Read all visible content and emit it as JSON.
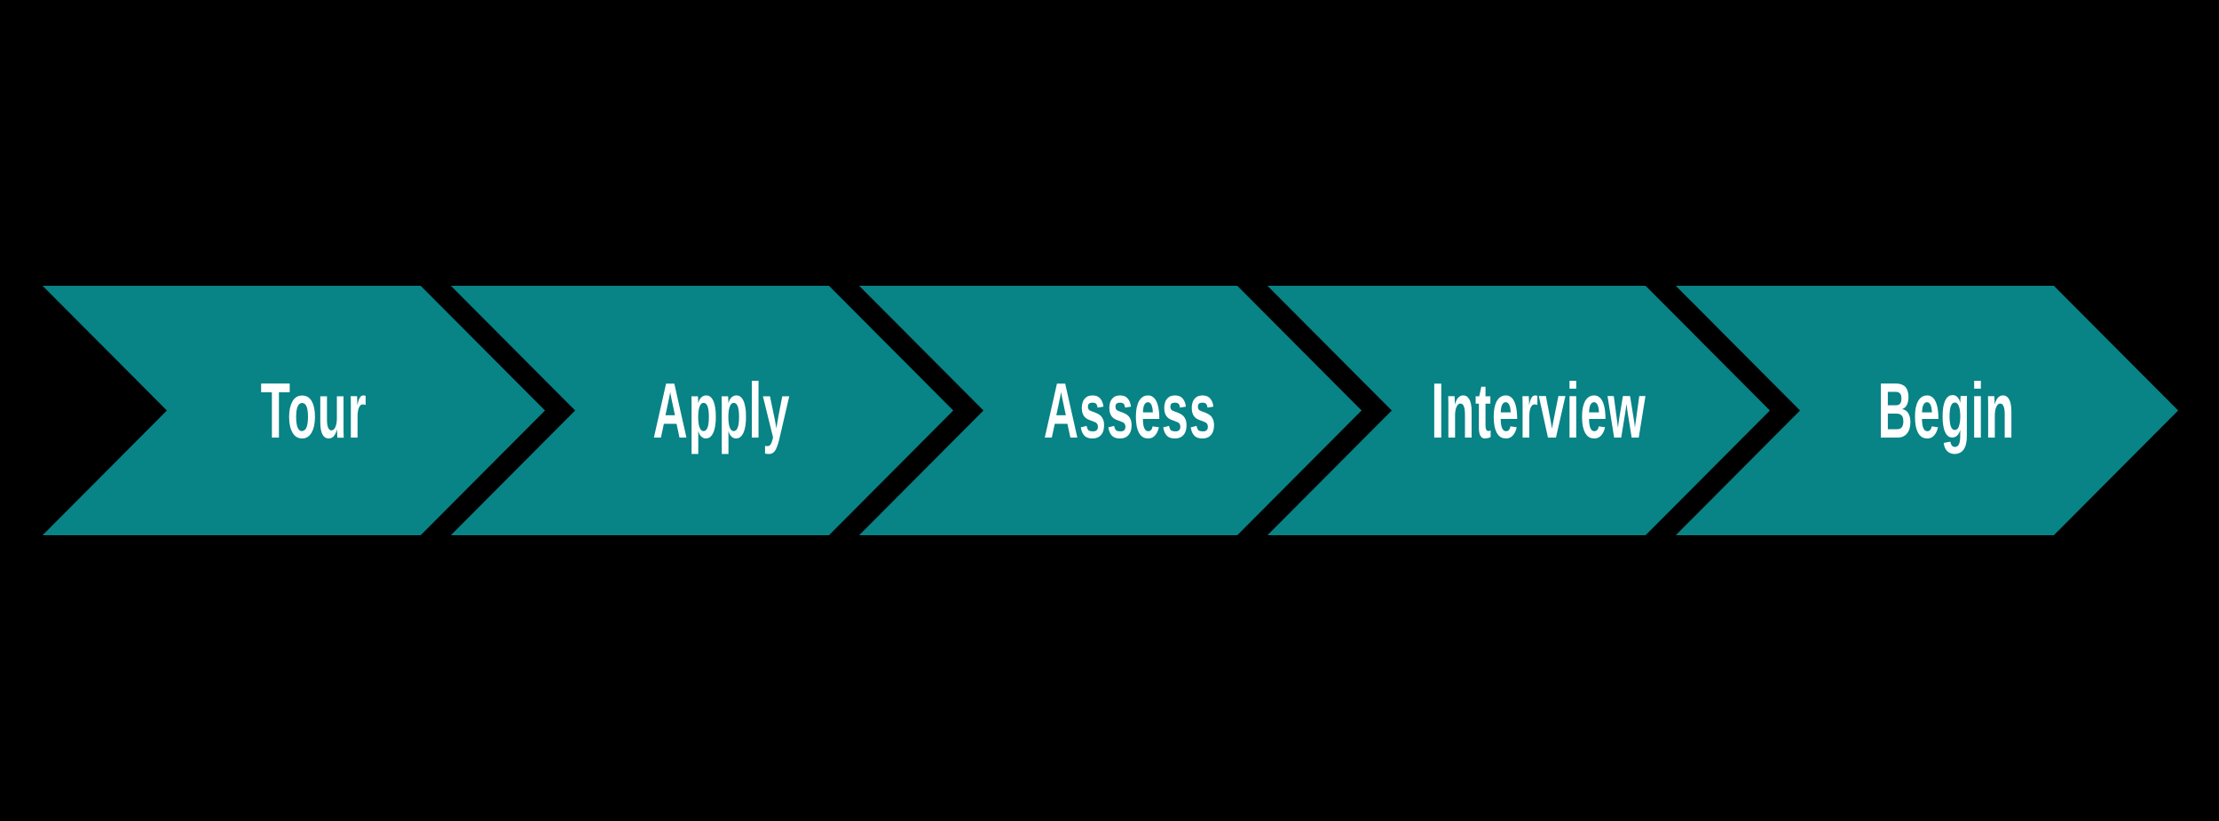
{
  "diagram": {
    "type": "process-flow",
    "direction": "left-to-right",
    "steps": [
      {
        "label": "Tour"
      },
      {
        "label": "Apply"
      },
      {
        "label": "Assess"
      },
      {
        "label": "Interview"
      },
      {
        "label": "Begin"
      }
    ]
  },
  "colors": {
    "chevron-fill": "#088386",
    "label-text": "#FFFFFF",
    "background": "#000000"
  }
}
